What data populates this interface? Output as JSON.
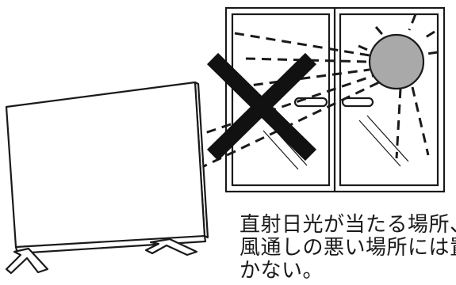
{
  "caption": {
    "line1": "直射日光が当たる場所、",
    "line2": "風通しの悪い場所には置",
    "line3": "かない。"
  },
  "colors": {
    "stroke": "#1a1a1a",
    "sun_fill": "#a9a9a9",
    "background": "#ffffff"
  },
  "icons": {
    "prohibited": "x-mark-icon",
    "sun": "sun-icon",
    "tv": "tv-icon",
    "window": "window-icon"
  }
}
